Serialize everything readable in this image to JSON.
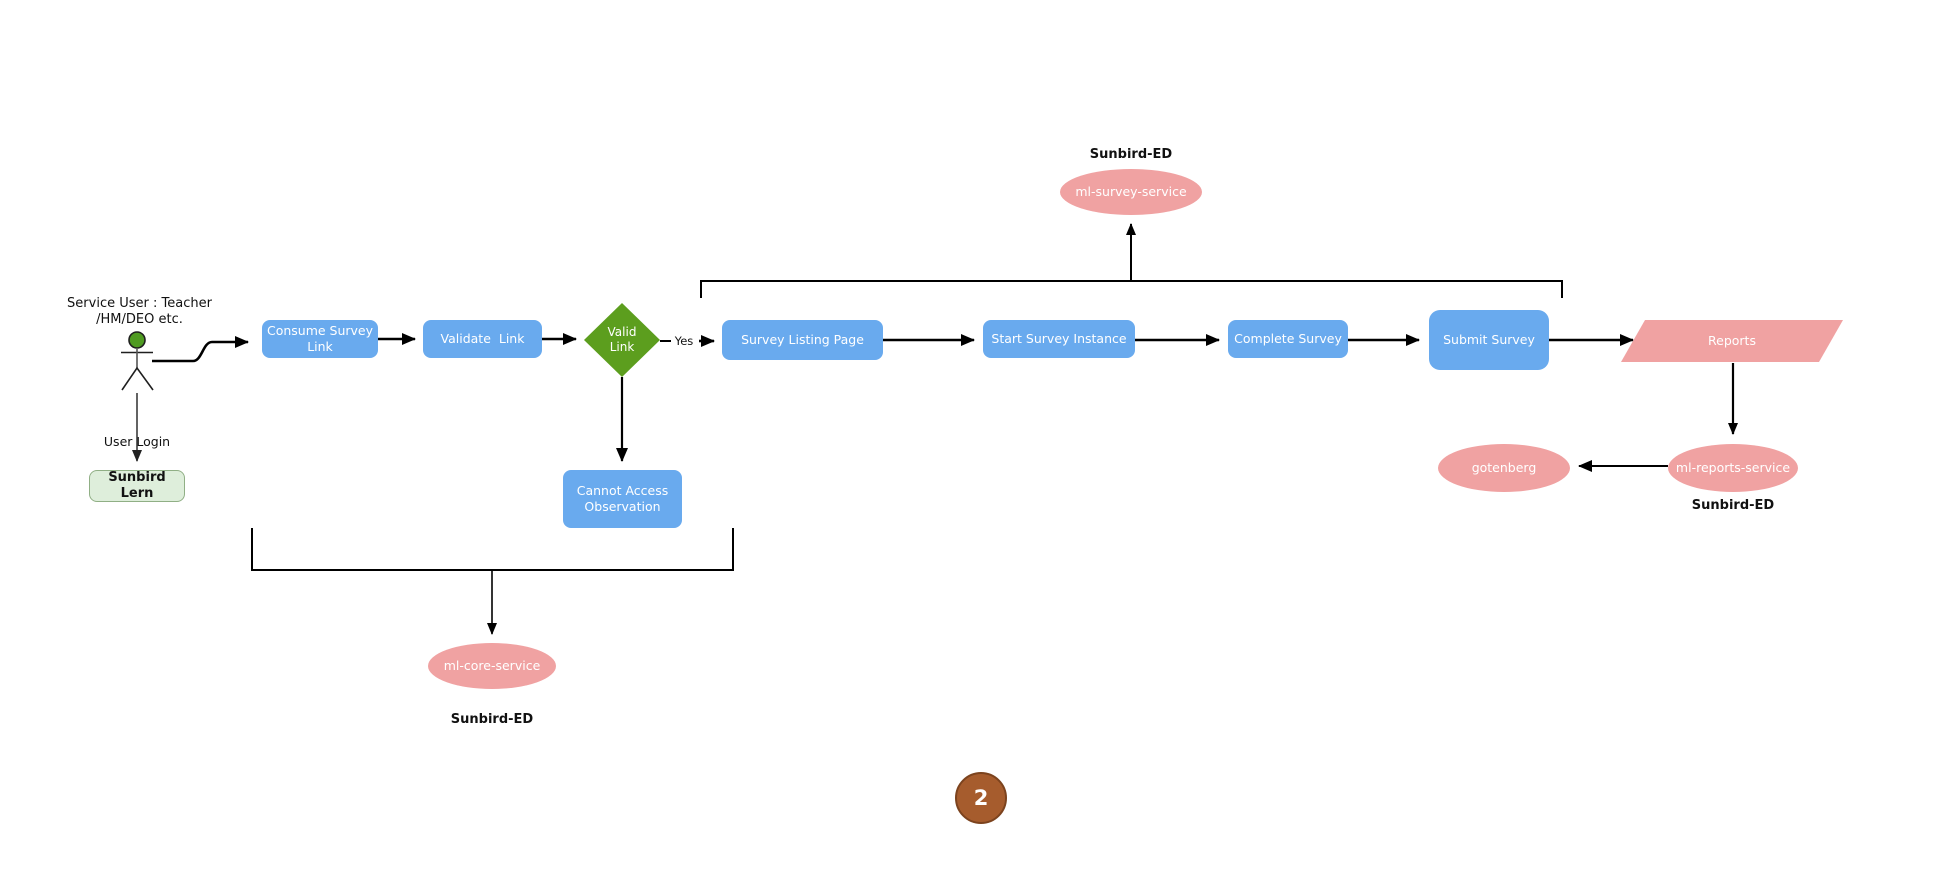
{
  "page": {
    "number": "2"
  },
  "actor": {
    "title": "Service User : Teacher\n/HM/DEO etc.",
    "login_label": "User Login",
    "login_system": "Sunbird Lern"
  },
  "flow": {
    "consume_survey_link": "Consume Survey\nLink",
    "validate_link": "Validate  Link",
    "valid_link": "Valid\nLink",
    "yes": "Yes",
    "survey_listing_page": "Survey Listing Page",
    "start_survey_instance": "Start Survey Instance",
    "complete_survey": "Complete Survey",
    "submit_survey": "Submit Survey",
    "cannot_access_observation": "Cannot Access\nObservation",
    "reports": "Reports"
  },
  "services": {
    "survey": {
      "name": "ml-survey-service",
      "platform": "Sunbird-ED"
    },
    "core": {
      "name": "ml-core-service",
      "platform": "Sunbird-ED"
    },
    "reports": {
      "name": "ml-reports-service",
      "platform": "Sunbird-ED"
    },
    "gotenberg": {
      "name": "gotenberg"
    }
  },
  "colors": {
    "process_blue": "#69AAEE",
    "decision_green": "#5C9E1E",
    "service_pink": "#F0A2A2",
    "login_fill_green": "#DEEEDB",
    "login_border_green": "#90AF85",
    "actor_head_green": "#4F9B21",
    "page_marker_brown": "#A65C2D",
    "connector_black": "#000000"
  }
}
